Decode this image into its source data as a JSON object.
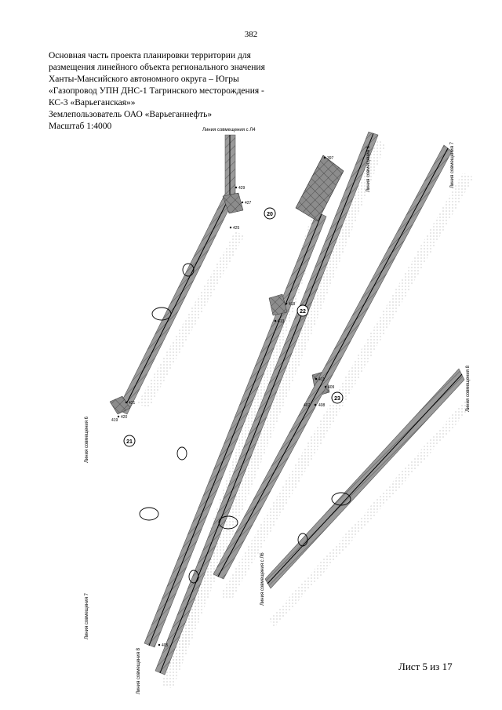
{
  "page_number": "382",
  "header": {
    "line1": "Основная часть проекта планировки территории для",
    "line2": "размещения линейного объекта регионального значения",
    "line3": "Ханты-Мансийского автономного округа – Югры",
    "line4": "«Газопровод УПН ДНС-1 Тагринского месторождения -",
    "line5": "КС-3 «Варьеганская»»",
    "line6": "Землепользователь ОАО «Варьеганнефть»",
    "line7": "Масштаб 1:4000"
  },
  "sheet_label": "Лист 5 из 17",
  "match_lines": {
    "top_l4": "Линия совмещения с Л4",
    "l6_top": "Линия совмещения 6",
    "l7_top": "Линия совмещения 7",
    "l8_right": "Линия совмещения 8",
    "l6_left": "Линия совмещения 6",
    "l6_mid": "Линия совмещения с Л6",
    "l7_bottom": "Линия совмещения 7",
    "l8_bottom": "Линия совмещения 8"
  },
  "quarters": [
    "20",
    "21",
    "22",
    "23"
  ],
  "points": {
    "p397": "397",
    "p429": "429",
    "p427": "427",
    "p425": "425",
    "p421": "421",
    "p420": "420",
    "p419": "419",
    "p418": "418",
    "p413": "413",
    "p411": "411",
    "p409": "409",
    "p407": "407",
    "p408": "408",
    "p405": "405"
  },
  "colors": {
    "strip": "#9a9a9a",
    "hatch": "#404040",
    "line": "#000000"
  }
}
